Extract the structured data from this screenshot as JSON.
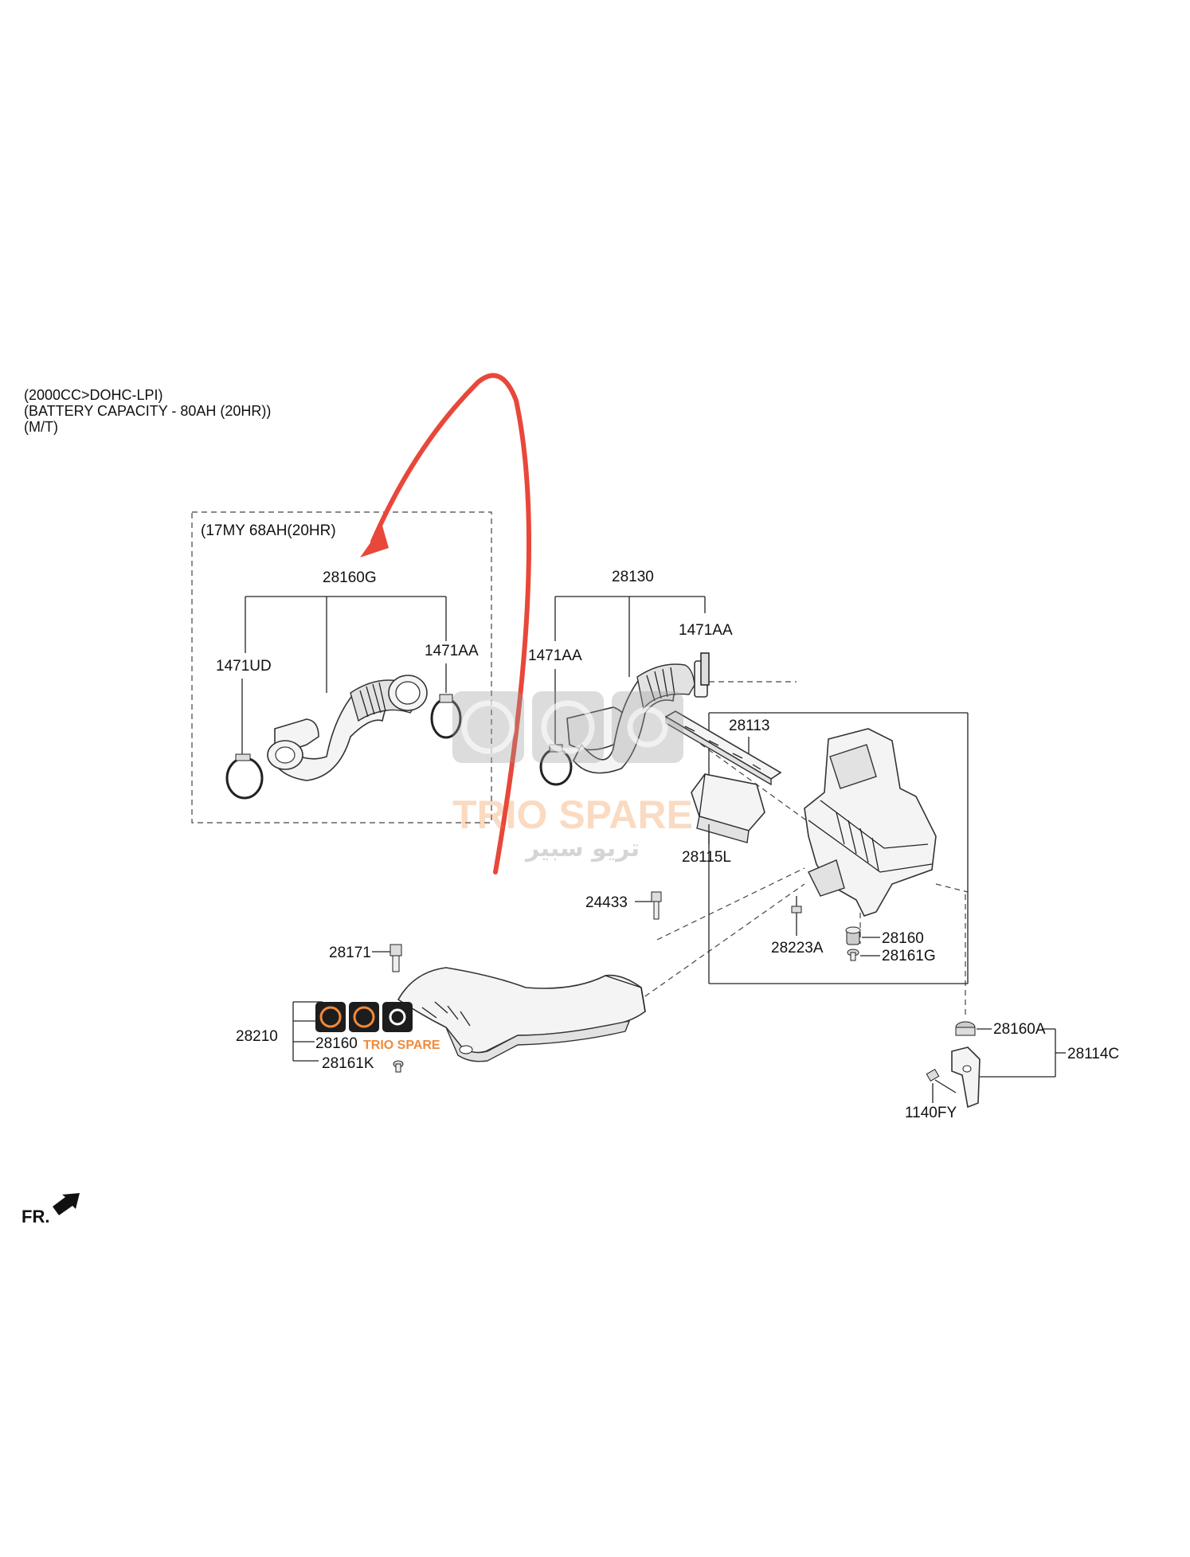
{
  "header": {
    "line1": "(2000CC>DOHC-LPI)",
    "line2": "(BATTERY CAPACITY - 80AH (20HR))",
    "line3": "(M/T)"
  },
  "inset": {
    "title": "(17MY 68AH(20HR)",
    "labels": {
      "assembly": "28160G",
      "clamp_left": "1471UD",
      "clamp_right": "1471AA"
    }
  },
  "labels": {
    "duct_assembly": "28130",
    "clamp_top": "1471AA",
    "clamp_left": "1471AA",
    "element": "28113",
    "cover": "28115L",
    "bolt_24433": "24433",
    "sensor": "28223A",
    "mount": "28160",
    "mount_bolt": "28161G",
    "bolt_28171": "28171",
    "intake_duct": "28210",
    "grommet_28160": "28160",
    "bolt_28161k": "28161K",
    "insulator": "28160A",
    "bracket": "28114C",
    "bolt_1140fy": "1140FY"
  },
  "front_marker": "FR.",
  "watermark": {
    "brand": "TRIO SPARE",
    "arabic": "تريو سبير",
    "brand_color": "#f08a3a"
  },
  "colors": {
    "arrow": "#e8473a"
  }
}
